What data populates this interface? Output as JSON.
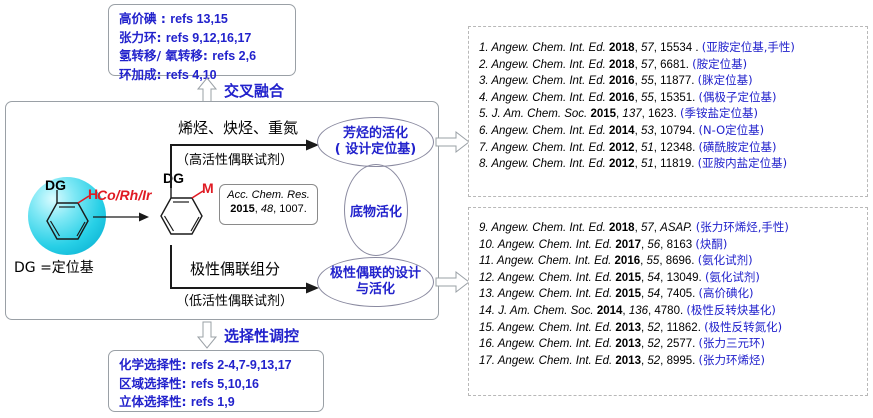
{
  "top_card": {
    "name": "cross-fusion-refs-card",
    "lines": [
      {
        "label": "高价碘 : ",
        "refs": "refs 13,15"
      },
      {
        "label": "张力环: ",
        "refs": "refs 9,12,16,17"
      },
      {
        "label": "氢转移/ 氧转移: ",
        "refs": "refs 2,6"
      },
      {
        "label": "环加成: ",
        "refs": "refs 4,10"
      }
    ],
    "arrow_label": "交叉融合"
  },
  "bottom_card": {
    "name": "selectivity-refs-card",
    "lines": [
      {
        "label": "化学选择性: ",
        "refs": "refs 2-4,7-9,13,17"
      },
      {
        "label": "区域选择性: ",
        "refs": "refs 5,10,16"
      },
      {
        "label": "立体选择性: ",
        "refs": "refs 1,9"
      }
    ],
    "arrow_label": "选择性调控"
  },
  "scheme": {
    "substrate_dg": "DG",
    "substrate_h": "H",
    "substrate_caption": "DG =定位基",
    "catalyst": "Co/Rh/Ir",
    "intermediate_dg": "DG",
    "intermediate_m": "M",
    "acc_ref": {
      "journal": "Acc. Chem. Res.",
      "year": "2015",
      "volume": "48",
      "page": "1007."
    },
    "top_branch": {
      "reagent": "烯烃、炔烃、重氮",
      "note": "（高活性偶联试剂）"
    },
    "bottom_branch": {
      "reagent": "极性偶联组分",
      "note": "（低活性偶联试剂）"
    },
    "ellipses": {
      "top": [
        "芳烃的活化",
        "( 设计定位基)"
      ],
      "middle": [
        "底物活化"
      ],
      "bottom": [
        "极性偶联的设计",
        "与活化"
      ]
    }
  },
  "references": {
    "group_a": [
      {
        "n": "1.",
        "journal": "Angew. Chem. Int. Ed.",
        "year": "2018",
        "vol": "57",
        "page": "15534 .",
        "tag": "(亚胺定位基,手性)"
      },
      {
        "n": "2.",
        "journal": "Angew. Chem. Int. Ed.",
        "year": "2018",
        "vol": "57",
        "page": "6681.",
        "tag": "(胺定位基)"
      },
      {
        "n": "3.",
        "journal": "Angew. Chem. Int. Ed.",
        "year": "2016",
        "vol": "55",
        "page": "11877.",
        "tag": "(脒定位基)"
      },
      {
        "n": "4.",
        "journal": "Angew. Chem. Int. Ed.",
        "year": "2016",
        "vol": "55",
        "page": "15351.",
        "tag": "(偶极子定位基)"
      },
      {
        "n": "5.",
        "journal": "J. Am. Chem. Soc.",
        "year": "2015",
        "vol": "137",
        "page": "1623.",
        "tag": "(季铵盐定位基)"
      },
      {
        "n": "6.",
        "journal": "Angew. Chem. Int. Ed.",
        "year": "2014",
        "vol": "53",
        "page": "10794.",
        "tag": "(N-O定位基)"
      },
      {
        "n": "7.",
        "journal": "Angew. Chem. Int. Ed.",
        "year": "2012",
        "vol": "51",
        "page": "12348.",
        "tag": "(磺酰胺定位基)"
      },
      {
        "n": "8.",
        "journal": "Angew. Chem. Int. Ed.",
        "year": "2012",
        "vol": "51",
        "page": "11819.",
        "tag": "(亚胺内盐定位基)"
      }
    ],
    "group_b": [
      {
        "n": "9.",
        "journal": "Angew. Chem. Int. Ed.",
        "year": "2018",
        "vol": "57",
        "page": "ASAP.",
        "page_italic": true,
        "tag": "(张力环烯烃,手性)"
      },
      {
        "n": "10.",
        "journal": "Angew. Chem. Int. Ed.",
        "year": "2017",
        "vol": "56",
        "page": "8163",
        "tag": "(炔酮)"
      },
      {
        "n": "11.",
        "journal": "Angew. Chem. Int. Ed.",
        "year": "2016",
        "vol": "55",
        "page": "8696.",
        "tag": "(氨化试剂)"
      },
      {
        "n": "12.",
        "journal": "Angew. Chem. Int. Ed.",
        "year": "2015",
        "vol": "54",
        "page": "13049.",
        "tag": "(氨化试剂)"
      },
      {
        "n": "13.",
        "journal": "Angew. Chem. Int. Ed.",
        "year": "2015",
        "vol": "54",
        "page": "7405.",
        "tag": "(高价碘化)"
      },
      {
        "n": "14.",
        "journal": "J. Am. Chem. Soc.",
        "year": "2014",
        "vol": "136",
        "page": "4780.",
        "tag": "(极性反转炔基化)"
      },
      {
        "n": "15.",
        "journal": "Angew. Chem. Int. Ed.",
        "year": "2013",
        "vol": "52",
        "page": "11862.",
        "tag": "(极性反转氮化)"
      },
      {
        "n": "16.",
        "journal": "Angew. Chem. Int. Ed.",
        "year": "2013",
        "vol": "52",
        "page": "2577.",
        "tag": "(张力三元环)"
      },
      {
        "n": "17.",
        "journal": "Angew. Chem. Int. Ed.",
        "year": "2013",
        "vol": "52",
        "page": "8995.",
        "tag": "(张力环烯烃)"
      }
    ]
  },
  "colors": {
    "blue_text": "#2222cc",
    "red_accent": "#e01b24",
    "box_border": "#9aa0a6",
    "dash_border": "#b8b8b8",
    "sphere": "#27cfe6"
  }
}
